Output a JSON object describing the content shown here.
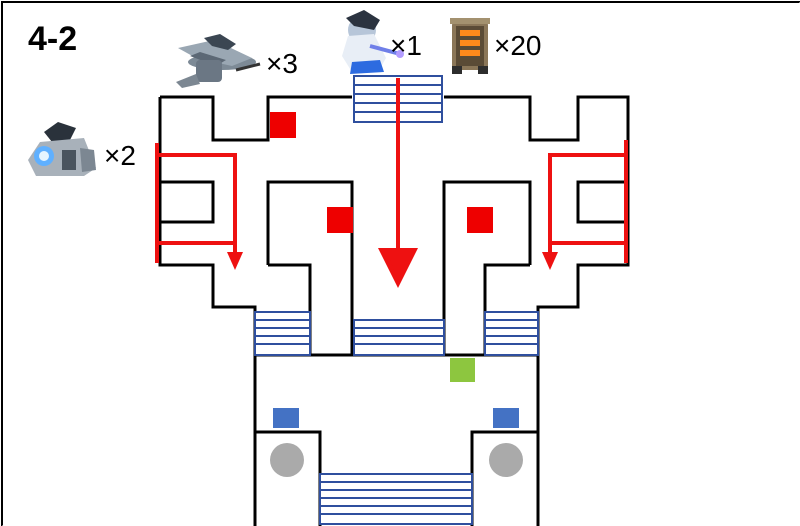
{
  "level_label": "4-2",
  "enemies": [
    {
      "icon": "hover-sniper-enemy-icon",
      "count": "×3"
    },
    {
      "icon": "commander-enemy-icon",
      "count": "×1"
    },
    {
      "icon": "ammo-crate-icon",
      "count": "×20"
    },
    {
      "icon": "heavy-soldier-enemy-icon",
      "count": "×2"
    }
  ],
  "colors": {
    "wall": "#000000",
    "patrol_route": "#ee1111",
    "stairs": "#2f4f9e",
    "spawn_marker": "#ee0000",
    "start_marker": "#8dc63f",
    "blue_marker": "#4472c4",
    "pillar": "#aaaaaa"
  }
}
